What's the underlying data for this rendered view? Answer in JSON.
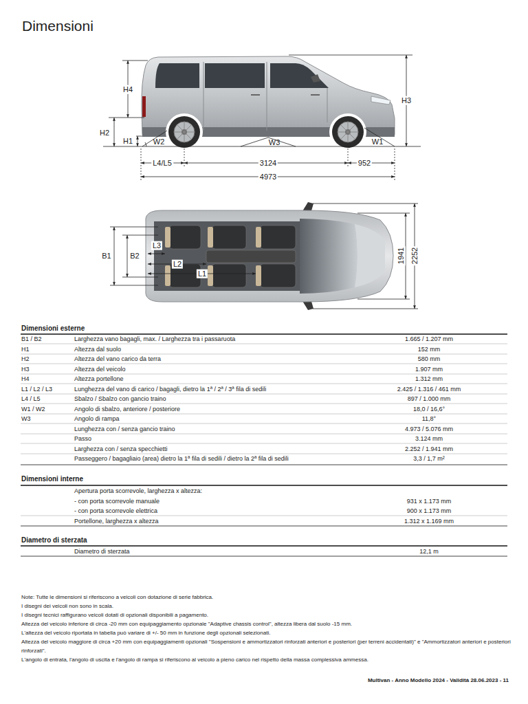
{
  "diagram": {
    "title": "Dimensioni",
    "labels": [
      "H4",
      "H3",
      "H2",
      "H1",
      "W2",
      "W3",
      "W1",
      "L4/L5",
      "3124",
      "952",
      "4973",
      "L3",
      "B1",
      "B2",
      "L2",
      "L1",
      "1941",
      "2252",
      "Dimensioni esterne",
      "B1 / B2",
      "Larghezza vano bagagli, max. / Larghezza tra i passaruota",
      "1.665 / 1.207 mm",
      "H1",
      "Altezza dal suolo",
      "152 mm",
      "H2",
      "Altezza del vano carico da terra",
      "580 mm",
      "H3",
      "Altezza del veicolo",
      "1.907 mm",
      "H4",
      "Altezza portellone",
      "1.312 mm",
      "L1 / L2 / L3",
      "Lunghezza del vano di carico / bagagli, dietro la 1ª / 2ª / 3ª fila di sedili",
      "2.425 / 1.316 / 461 mm",
      "L4 / L5",
      "Sbalzo / Sbalzo con gancio traino",
      "897 / 1.000 mm",
      "W1 / W2",
      "Angolo di sbalzo, anteriore / posteriore",
      "18,0 / 16,6°",
      "W3",
      "Angolo di rampa",
      "11,8°",
      "Lunghezza con / senza gancio traino",
      "4.973 / 5.076 mm",
      "Passo",
      "3.124 mm",
      "Larghezza con / senza specchietti",
      "2.252 / 1.941 mm",
      "Passeggero / bagagliaio (area) dietro la 1ª fila di sedili / dietro la 2ª fila di sedili",
      "3,3 / 1,7 m²",
      "Dimensioni interne",
      "Apertura porta scorrevole, larghezza x altezza:",
      "- con porta scorrevole manuale",
      "931 x 1.173 mm",
      "- con porta scorrevole elettrica",
      "900 x 1.173 mm",
      "Portellone, larghezza x altezza",
      "1.312 x 1.169 mm",
      "Diametro di sterzata",
      "Diametro di sterzata",
      "12,1 m",
      "Note: Tutte le dimensioni si riferiscono a veicoli con dotazione di serie fabbrica.",
      "I disegni dei veicoli non sono in scala.",
      "I disegni tecnici raffigurano veicoli dotati di opzionali disponibili a pagamento.",
      "Altezza del veicolo inferiore di circa -20 mm con equipaggiamento opzionale \"Adaptive chassis control\", altezza libera dal suolo -15 mm.",
      "L'altezza del veicolo riportata in tabella può variare di +/- 50 mm in funzione degli opzionali selezionati.",
      "Altezza del veicolo maggiore di circa +20 mm con equipaggiamenti opzionali \"Sospensioni e ammortizzatori rinforzati anteriori e posteriori (per terreni accidentati)\" e \"Ammortizzatori anteriori e posteriori rinforzati\".",
      "L'angolo di entrata, l'angolo di uscita e l'angolo di rampa si riferiscono al veicolo a pieno carico nel rispetto della massa complessiva ammessa.",
      "Multivan - Anno Modello 2024 - Validità 28.06.2023 - 11"
    ]
  }
}
